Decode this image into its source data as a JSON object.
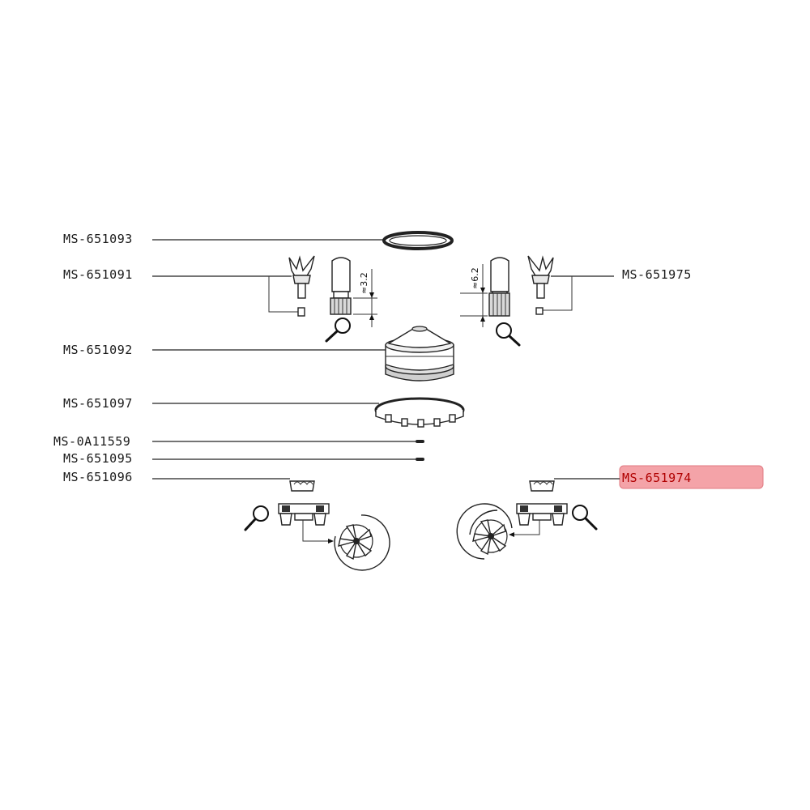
{
  "parts": {
    "left": [
      {
        "id": "p1",
        "label": "MS-651093"
      },
      {
        "id": "p2",
        "label": "MS-651091"
      },
      {
        "id": "p3",
        "label": "MS-651092"
      },
      {
        "id": "p4",
        "label": "MS-651097"
      },
      {
        "id": "p5",
        "label": "MS-0A11559"
      },
      {
        "id": "p6",
        "label": "MS-651095"
      },
      {
        "id": "p7",
        "label": "MS-651096"
      }
    ],
    "right": [
      {
        "id": "p8",
        "label": "MS-651975"
      },
      {
        "id": "p9",
        "label": "MS-651974",
        "highlighted": true
      }
    ]
  },
  "dimensions": {
    "left_shaft": "≈3.2",
    "right_shaft": "≈6.2"
  },
  "colors": {
    "highlight_fill": "#f4a3a8",
    "highlight_text": "#b00000",
    "line": "#222222"
  },
  "icons": [
    "magnifier-icon"
  ]
}
